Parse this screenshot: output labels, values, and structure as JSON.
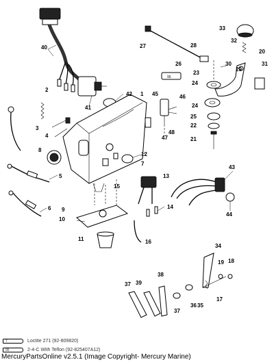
{
  "callouts": [
    "1",
    "2",
    "3",
    "4",
    "5",
    "6",
    "7",
    "8",
    "9",
    "10",
    "11",
    "12",
    "13",
    "14",
    "15",
    "16",
    "17",
    "18",
    "19",
    "20",
    "21",
    "22",
    "23",
    "24",
    "25",
    "26",
    "27",
    "28",
    "29",
    "30",
    "31",
    "32",
    "33",
    "34",
    "35",
    "36",
    "37",
    "38",
    "39",
    "40",
    "41",
    "42",
    "43",
    "44",
    "45",
    "46",
    "47",
    "48"
  ],
  "legend": {
    "item1_code": "7",
    "item1_text": "Loctite 271 (92-809820)",
    "item2_code": "95",
    "item2_text": "2-4-C With Teflon (92-825407A12)"
  },
  "footer": "MercuryPartsOnline v2.5.1 (Image Copyright- Mercury Marine)",
  "tube_label": "95"
}
